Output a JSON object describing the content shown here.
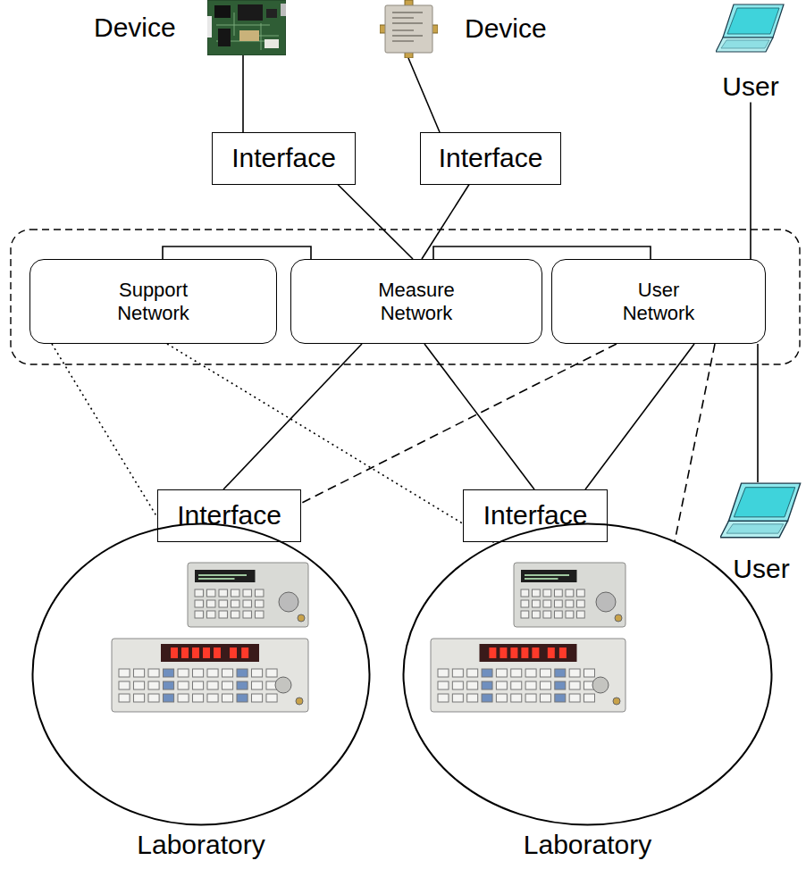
{
  "diagram": {
    "nodes": [
      {
        "text": [
          "Device"
        ]
      },
      {
        "text": [
          "Device"
        ]
      },
      {
        "text": [
          "Interface"
        ]
      },
      {
        "text": [
          "Interface"
        ]
      },
      {
        "text": [
          "User"
        ]
      },
      {
        "text": [
          "Support Network"
        ]
      },
      {
        "text": [
          "Measure Network"
        ]
      },
      {
        "text": [
          "User Network"
        ]
      },
      {
        "text": [
          "Interface"
        ]
      },
      {
        "text": [
          "Interface"
        ]
      },
      {
        "text": [
          "User"
        ]
      },
      {
        "text": [
          "Laboratory"
        ]
      },
      {
        "text": [
          "Laboratory"
        ]
      }
    ],
    "edges": [
      {
        "from": 0,
        "to": 2,
        "arrow": "none"
      },
      {
        "from": 1,
        "to": 3,
        "arrow": "none"
      },
      {
        "from": 2,
        "to": 6,
        "arrow": "none"
      },
      {
        "from": 3,
        "to": 6,
        "arrow": "none"
      },
      {
        "from": 5,
        "to": 6,
        "arrow": "none"
      },
      {
        "from": 6,
        "to": 7,
        "arrow": "none"
      },
      {
        "from": 4,
        "to": 7,
        "arrow": "none"
      },
      {
        "from": 7,
        "to": 10,
        "arrow": "none"
      },
      {
        "from": 6,
        "to": 8,
        "arrow": "none"
      },
      {
        "from": 6,
        "to": 9,
        "arrow": "none"
      },
      {
        "from": 7,
        "to": 9,
        "arrow": "none"
      },
      {
        "from": 8,
        "to": 11,
        "arrow": "none"
      },
      {
        "from": 9,
        "to": 12,
        "arrow": "none"
      },
      {
        "from": 5,
        "to": 11,
        "arrow": "none"
      },
      {
        "from": 5,
        "to": 12,
        "arrow": "none"
      },
      {
        "from": 7,
        "to": 11,
        "arrow": "none"
      },
      {
        "from": 7,
        "to": 12,
        "arrow": "none"
      }
    ]
  }
}
